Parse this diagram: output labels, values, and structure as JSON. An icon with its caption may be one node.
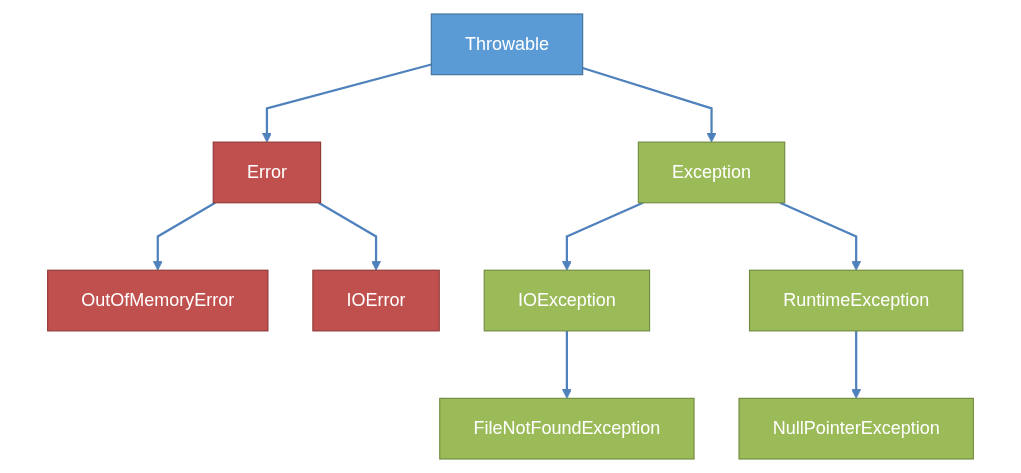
{
  "diagram": {
    "nodes": [
      {
        "text": [
          "Throwable"
        ]
      },
      {
        "text": [
          "Error"
        ]
      },
      {
        "text": [
          "Exception"
        ]
      },
      {
        "text": [
          "OutOfMemoryError"
        ]
      },
      {
        "text": [
          "IOError"
        ]
      },
      {
        "text": [
          "IOException"
        ]
      },
      {
        "text": [
          "RuntimeException"
        ]
      },
      {
        "text": [
          "FileNotFoundException"
        ]
      },
      {
        "text": [
          "NullPointerException"
        ]
      }
    ],
    "edges": [
      {
        "from": 0,
        "to": 1,
        "arrow": "to"
      },
      {
        "from": 0,
        "to": 2,
        "arrow": "to"
      },
      {
        "from": 1,
        "to": 3,
        "arrow": "to"
      },
      {
        "from": 1,
        "to": 4,
        "arrow": "to"
      },
      {
        "from": 2,
        "to": 5,
        "arrow": "to"
      },
      {
        "from": 2,
        "to": 6,
        "arrow": "to"
      },
      {
        "from": 5,
        "to": 7,
        "arrow": "to"
      },
      {
        "from": 6,
        "to": 8,
        "arrow": "to"
      }
    ]
  }
}
